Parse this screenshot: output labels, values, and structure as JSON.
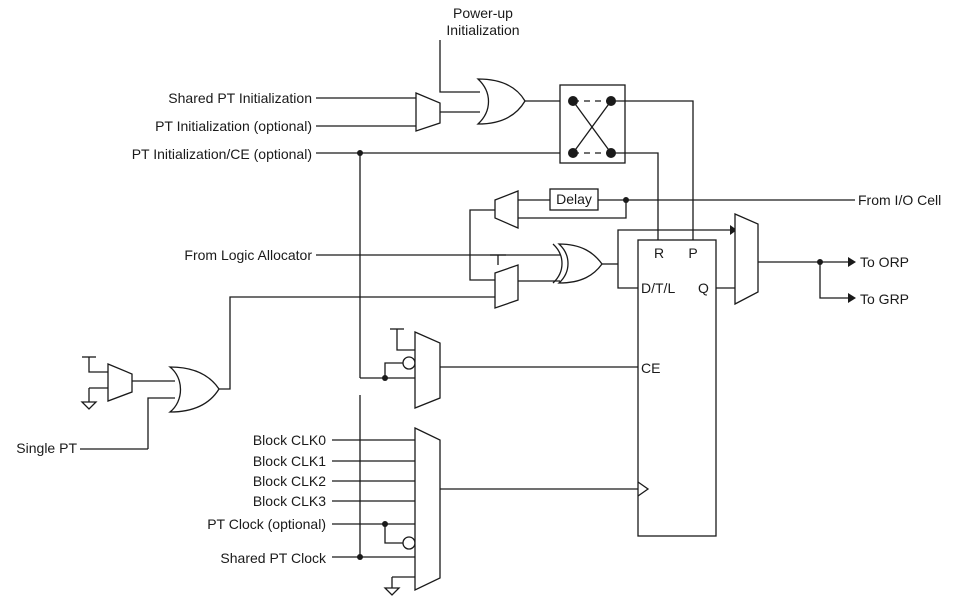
{
  "inputs": {
    "power_up_line1": "Power-up",
    "power_up_line2": "Initialization",
    "shared_pt_init": "Shared PT Initialization",
    "pt_init_optional": "PT Initialization (optional)",
    "pt_init_ce_optional": "PT Initialization/CE (optional)",
    "from_logic_allocator": "From Logic Allocator",
    "single_pt": "Single PT",
    "block_clk0": "Block CLK0",
    "block_clk1": "Block CLK1",
    "block_clk2": "Block CLK2",
    "block_clk3": "Block CLK3",
    "pt_clock_optional": "PT Clock (optional)",
    "shared_pt_clock": "Shared PT Clock",
    "from_io_cell": "From I/O Cell"
  },
  "blocks": {
    "delay": "Delay"
  },
  "register_pins": {
    "r": "R",
    "p": "P",
    "dtl": "D/T/L",
    "q": "Q",
    "ce": "CE"
  },
  "outputs": {
    "to_orp": "To ORP",
    "to_grp": "To GRP"
  }
}
